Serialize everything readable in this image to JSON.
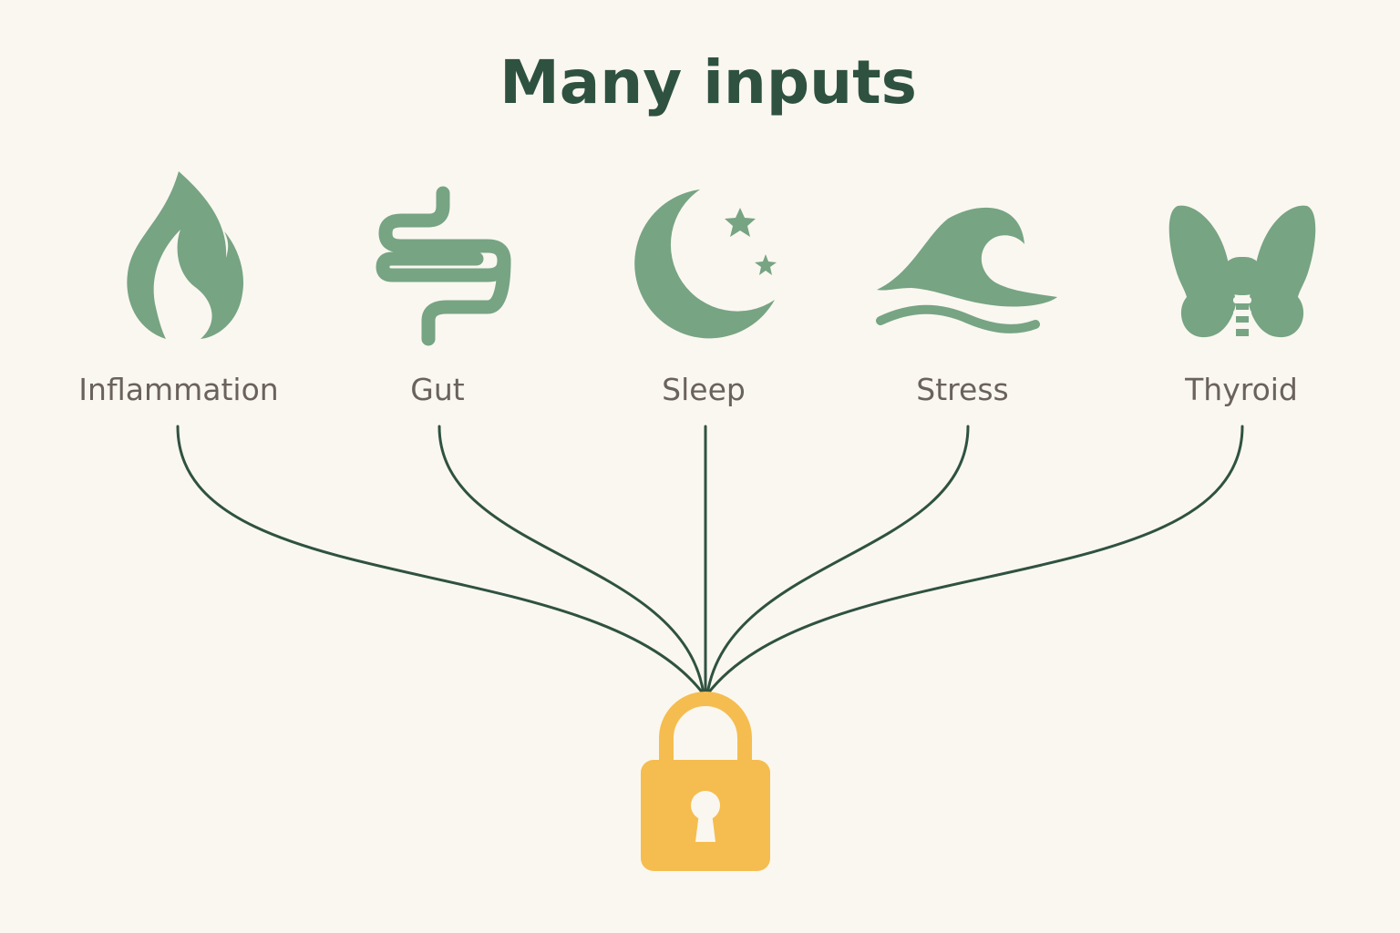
{
  "title": "Many inputs",
  "colors": {
    "background": "#faf7f0",
    "title": "#2f5240",
    "icon": "#77a483",
    "label": "#6a625c",
    "connector": "#2f5240",
    "lock": "#f5bd4f",
    "keyhole": "#faf7f0"
  },
  "inputs": [
    {
      "label": "Inflammation",
      "icon": "flame-icon"
    },
    {
      "label": "Gut",
      "icon": "intestine-icon"
    },
    {
      "label": "Sleep",
      "icon": "moon-stars-icon"
    },
    {
      "label": "Stress",
      "icon": "wave-icon"
    },
    {
      "label": "Thyroid",
      "icon": "thyroid-icon"
    }
  ],
  "target": {
    "icon": "padlock-icon"
  }
}
